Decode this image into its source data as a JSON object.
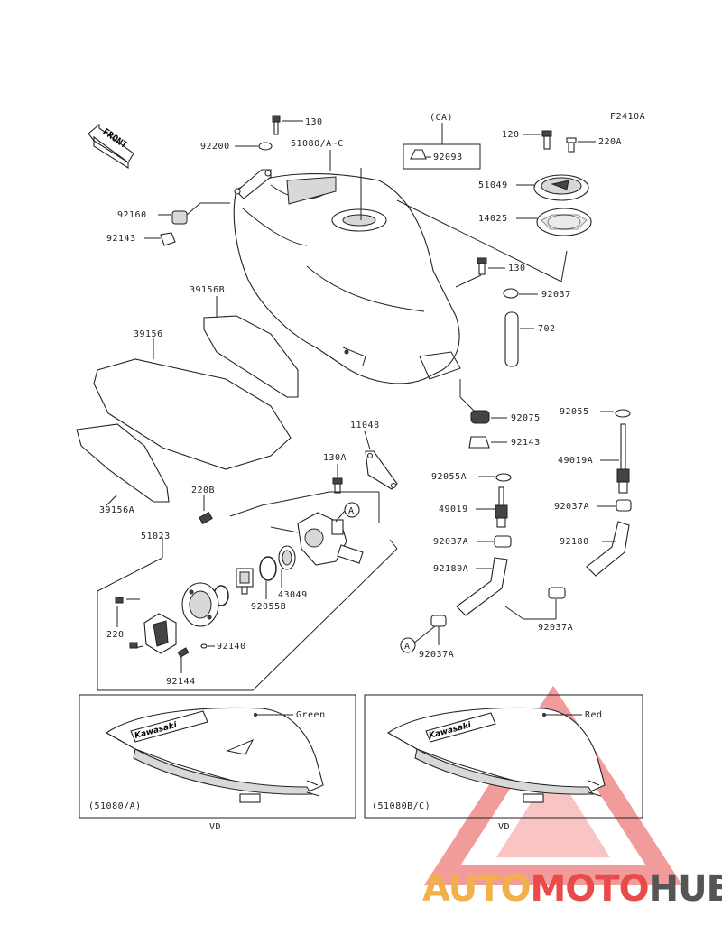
{
  "diagram": {
    "code": "F2410A",
    "front_label": "FRONT",
    "labels": {
      "l130_top": "130",
      "l92200": "92200",
      "l51080": "51080/A~C",
      "lCA": "(CA)",
      "l92093": "92093",
      "l120": "120",
      "l220A": "220A",
      "l51049": "51049",
      "l14025": "14025",
      "l92160": "92160",
      "l92143_top": "92143",
      "l130_mid": "130",
      "l92037_top": "92037",
      "l39156B": "39156B",
      "l702": "702",
      "l39156": "39156",
      "l92075": "92075",
      "l92055": "92055",
      "l92143_mid": "92143",
      "l11048": "11048",
      "l130A": "130A",
      "l49019A": "49019A",
      "l92055A": "92055A",
      "l39156A": "39156A",
      "l220B": "220B",
      "l49019": "49019",
      "l92037A_1": "92037A",
      "lA_1": "A",
      "l51023": "51023",
      "l92037A_2": "92037A",
      "l92180": "92180",
      "l92180A": "92180A",
      "l43049": "43049",
      "l92055B": "92055B",
      "l220": "220",
      "l92037A_3": "92037A",
      "l92140": "92140",
      "lA_2": "A",
      "l92037A_4": "92037A",
      "l92144": "92144",
      "green": "Green",
      "red": "Red",
      "variant_a": "(51080/A)",
      "variant_bc": "(51080B/C)",
      "vd_left": "VD",
      "vd_right": "VD",
      "brand_left": "Kawasaki",
      "brand_right": "Kawasaki"
    }
  },
  "watermark": {
    "part1": "AUTO",
    "part2": "MOTO",
    "part3": "HUB",
    "color1": "#f2b04a",
    "color2": "#e94b4b",
    "color3": "#555555"
  }
}
